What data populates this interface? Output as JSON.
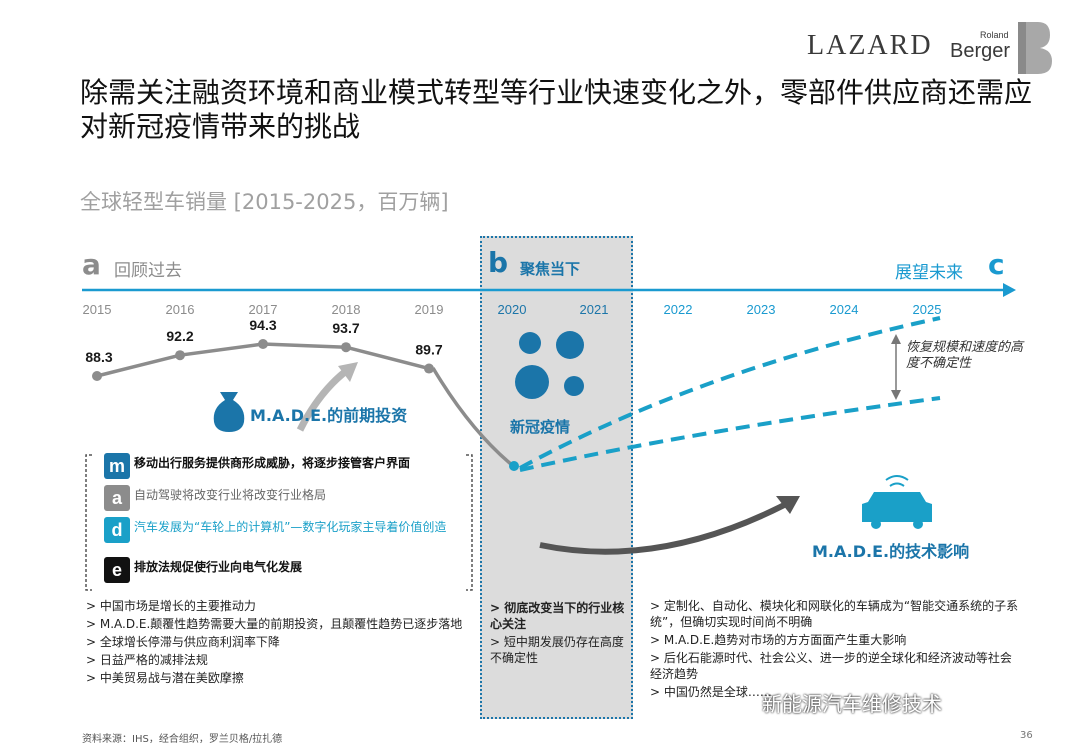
{
  "logo": {
    "lazard": "LAZARD",
    "roland": "Roland",
    "berger": "Berger"
  },
  "title": "除需关注融资环境和商业模式转型等行业快速变化之外，零部件供应商还需应对新冠疫情带来的挑战",
  "chart_title": "全球轻型车销量 [2015-2025，百万辆]",
  "sections": {
    "a": {
      "letter": "a",
      "label": "回顾过去"
    },
    "b": {
      "letter": "b",
      "label": "聚焦当下"
    },
    "c": {
      "letter": "c",
      "label": "展望未来"
    }
  },
  "chart_data": {
    "type": "line",
    "x": [
      "2015",
      "2016",
      "2017",
      "2018",
      "2019",
      "2020",
      "2021",
      "2022",
      "2023",
      "2024",
      "2025"
    ],
    "series": [
      {
        "values": [
          88.3,
          92.2,
          94.3,
          93.7,
          89.7,
          null,
          null,
          null,
          null,
          null,
          null
        ],
        "labels": [
          "88.3",
          "92.2",
          "94.3",
          "93.7",
          "89.7"
        ],
        "color": "#8c8c8c",
        "style": "solid"
      }
    ],
    "colors": {
      "history": "#8c8c8c",
      "forecast": "#1aa0c8",
      "past_year": "#8c8c8c",
      "present_year": "#1b75a9",
      "future_year": "#1a9ad0"
    }
  },
  "annotations": {
    "made_investment": "M.A.D.E.的前期投资",
    "covid": "新冠疫情",
    "made_impact": "M.A.D.E.的技术影响",
    "uncertainty": "恢复规模和速度的高度不确定性"
  },
  "trends": [
    {
      "icon": "m",
      "color": "#1b75a9",
      "text": "移动出行服务提供商形成威胁，将逐步接管客户界面"
    },
    {
      "icon": "a",
      "color": "#8c8c8c",
      "text": "自动驾驶将改变行业将改变行业格局"
    },
    {
      "icon": "d",
      "color": "#1aa0c8",
      "text": "汽车发展为“车轮上的计算机”—数字化玩家主导着价值创造"
    },
    {
      "icon": "e",
      "color": "#111111",
      "text": "排放法规促使行业向电气化发展"
    }
  ],
  "bullets_a": [
    "> 中国市场是增长的主要推动力",
    "> M.A.D.E.颠覆性趋势需要大量的前期投资，且颠覆性趋势已逐步落地",
    "> 全球增长停滞与供应商利润率下降",
    "> 日益严格的减排法规",
    "> 中美贸易战与潜在美欧摩擦"
  ],
  "bullets_b": [
    "> 彻底改变当下的行业核心关注",
    "> 短中期发展仍存在高度不确定性"
  ],
  "bullets_c": [
    "> 定制化、自动化、模块化和网联化的车辆成为“智能交通系统的子系统”，但确切实现时间尚不明确",
    "> M.A.D.E.趋势对市场的方方面面产生重大影响",
    "> 后化石能源时代、社会公义、进一步的逆全球化和经济波动等社会经济趋势",
    "> 中国仍然是全球……"
  ],
  "source": "资料来源：IHS，经合组织，罗兰贝格/拉扎德",
  "page_number": "36",
  "watermark": "新能源汽车维修技术"
}
